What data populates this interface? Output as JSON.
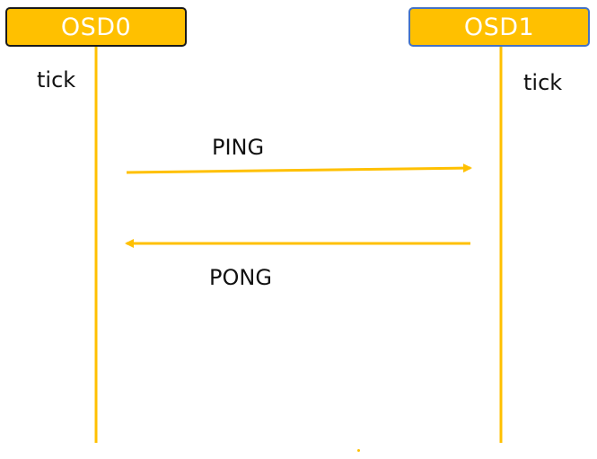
{
  "actors": [
    {
      "id": "osd0",
      "name": "OSD0",
      "note": "tick"
    },
    {
      "id": "osd1",
      "name": "OSD1",
      "note": "tick"
    }
  ],
  "messages": [
    {
      "label": "PING",
      "from": "OSD0",
      "to": "OSD1"
    },
    {
      "label": "PONG",
      "from": "OSD1",
      "to": "OSD0"
    }
  ],
  "colors": {
    "accent": "#FFC000",
    "osd0_border": "#1a1a1a",
    "osd1_border": "#4472C4",
    "text": "#111111"
  }
}
